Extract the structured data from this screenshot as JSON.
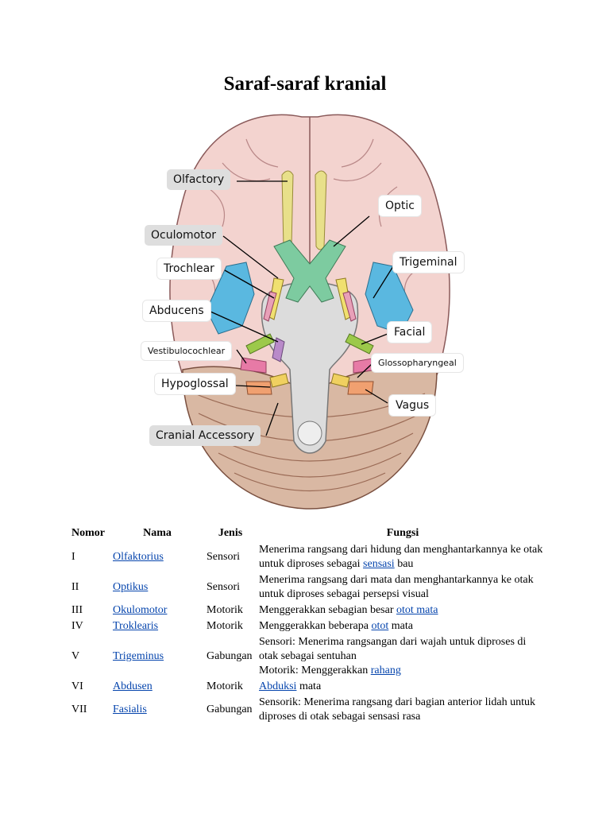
{
  "title": "Saraf-saraf kranial",
  "figure_labels": {
    "olfactory": "Olfactory",
    "optic": "Optic",
    "oculomotor": "Oculomotor",
    "trochlear": "Trochlear",
    "trigeminal": "Trigeminal",
    "abducens": "Abducens",
    "facial": "Facial",
    "vestibulocochlear": "Vestibulocochlear",
    "glossopharyngeal": "Glossopharyngeal",
    "hypoglossal": "Hypoglossal",
    "vagus": "Vagus",
    "cranial_accessory": "Cranial Accessory"
  },
  "colors": {
    "brain": "#f3d3cf",
    "cerebellum": "#d9b8a3",
    "olfactory": "#e8e08a",
    "optic": "#7dcba0",
    "trigeminal": "#5ab8e0",
    "facial": "#9cc94a",
    "vestibulocochlear": "#e77aa6",
    "glossopharyngeal": "#f0d060",
    "vagus": "#f0a070",
    "hypoglossal": "#d9a060",
    "link": "#0645ad"
  },
  "table": {
    "headers": [
      "Nomor",
      "Nama",
      "Jenis",
      "Fungsi"
    ],
    "rows": [
      {
        "nomor": "I",
        "nama": "Olfaktorius",
        "jenis": "Sensori",
        "f1": "Menerima rangsang dari hidung dan menghantarkannya ke otak untuk diproses sebagai ",
        "f1_link": "sensasi",
        "f1_end": " bau",
        "f2": "",
        "f2_link": "",
        "f2_end": ""
      },
      {
        "nomor": "II",
        "nama": "Optikus",
        "jenis": "Sensori",
        "f1": "Menerima rangsang dari mata dan menghantarkannya ke otak untuk diproses sebagai persepsi visual",
        "f1_link": "",
        "f1_end": "",
        "f2": "",
        "f2_link": "",
        "f2_end": ""
      },
      {
        "nomor": "III",
        "nama": "Okulomotor",
        "jenis": "Motorik",
        "f1": "Menggerakkan sebagian besar ",
        "f1_link": "otot mata",
        "f1_end": "",
        "f2": "",
        "f2_link": "",
        "f2_end": ""
      },
      {
        "nomor": "IV",
        "nama": "Troklearis",
        "jenis": "Motorik",
        "f1": "Menggerakkan beberapa ",
        "f1_link": "otot",
        "f1_end": " mata",
        "f2": "",
        "f2_link": "",
        "f2_end": ""
      },
      {
        "nomor": "V",
        "nama": "Trigeminus",
        "jenis": "Gabungan",
        "f1": "Sensori: Menerima rangsangan dari wajah untuk diproses di otak sebagai sentuhan",
        "f1_link": "",
        "f1_end": "",
        "f2": "Motorik: Menggerakkan ",
        "f2_link": "rahang",
        "f2_end": ""
      },
      {
        "nomor": "VI",
        "nama": "Abdusen",
        "jenis": "Motorik",
        "f1": "",
        "f1_link": "Abduksi",
        "f1_end": " mata",
        "f2": "",
        "f2_link": "",
        "f2_end": ""
      },
      {
        "nomor": "VII",
        "nama": "Fasialis",
        "jenis": "Gabungan",
        "f1": "Sensorik: Menerima rangsang dari bagian anterior lidah untuk diproses di otak sebagai sensasi rasa",
        "f1_link": "",
        "f1_end": "",
        "f2": "",
        "f2_link": "",
        "f2_end": ""
      }
    ]
  }
}
